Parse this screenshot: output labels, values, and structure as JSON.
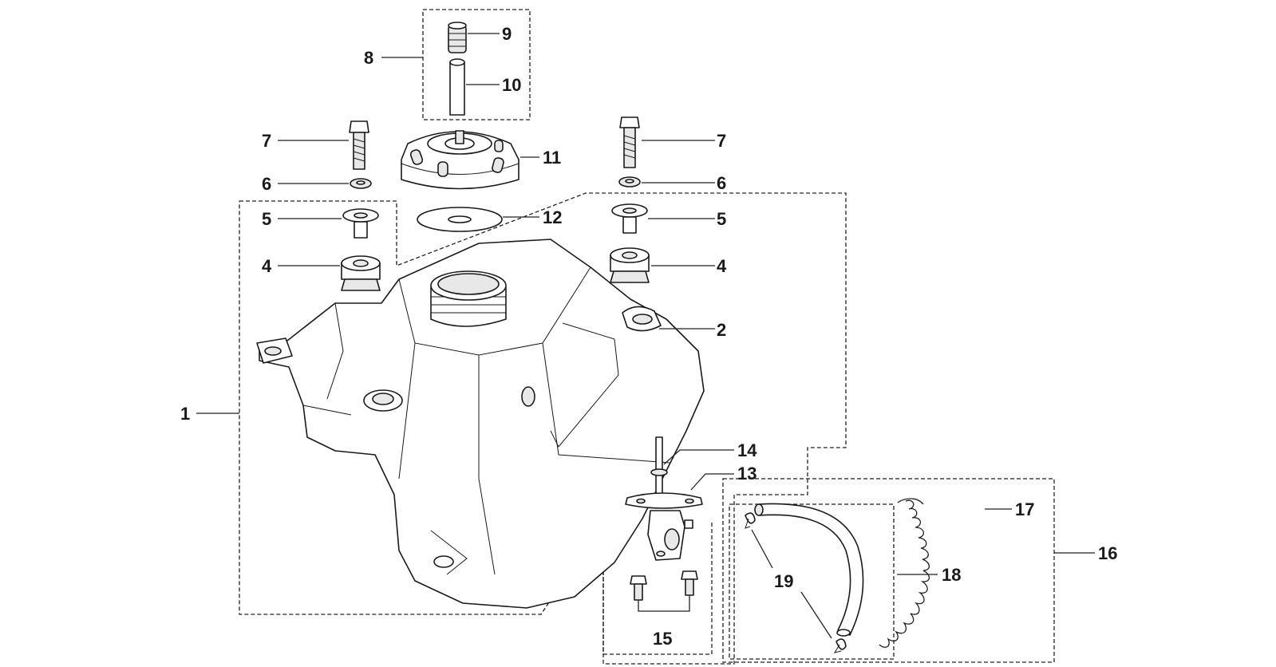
{
  "colors": {
    "line": "#1a1a1a",
    "background": "#ffffff"
  },
  "callouts": {
    "c1": "1",
    "c2": "2",
    "c4l": "4",
    "c4r": "4",
    "c5l": "5",
    "c5r": "5",
    "c6l": "6",
    "c6r": "6",
    "c7l": "7",
    "c7r": "7",
    "c8": "8",
    "c9": "9",
    "c10": "10",
    "c11": "11",
    "c12": "12",
    "c13": "13",
    "c14": "14",
    "c15": "15",
    "c16": "16",
    "c17": "17",
    "c18": "18",
    "c19": "19"
  }
}
